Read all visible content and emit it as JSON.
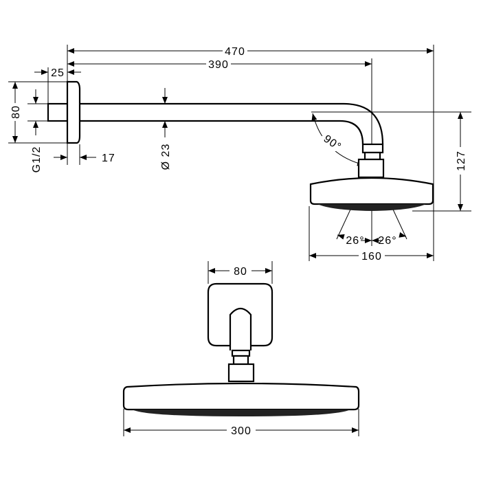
{
  "drawing": {
    "dimensions": {
      "overall_length": "470",
      "arm_length": "390",
      "plate_offset": "25",
      "plate_height": "80",
      "thread": "G1/2",
      "plate_depth": "17",
      "arm_diameter": "Ø 23",
      "angle": "90°",
      "height": "127",
      "spray_angle_left": "26°",
      "spray_angle_right": "26°",
      "head_width_side": "160",
      "plate_width_front": "80",
      "head_width_front": "300"
    }
  }
}
